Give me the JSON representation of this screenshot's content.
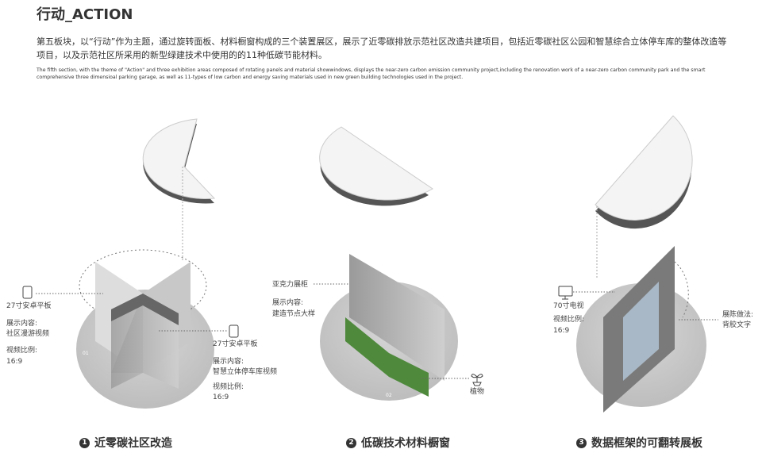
{
  "title": "行动_ACTION",
  "intro_zh": "第五板块，以“行动”作为主题，通过旋转面板、材料橱窗构成的三个装置展区，展示了近零碳排放示范社区改造共建项目，包括近零碳社区公园和智慧综合立体停车库的整体改造等项目，以及示范社区所采用的新型绿建技术中使用的的11种低碳节能材料。",
  "intro_en": "The fifth section, with the theme of \"Action\" and three exhibition areas composed of rotating panels and material showwindows, displays the near-zero carbon emission community project,including the renovation work of a near-zero carbon community park and the smart comprehensive three dimensioal parking garage, as well as 11-types of low carbon and energy saving materials used in new green building technologies used in the project.",
  "scene1": {
    "tablet_a": "27寸安卓平板",
    "content_label_a": "展示内容:",
    "content_a": "社区漫游视频",
    "ratio_label_a": "视频比例:",
    "ratio_a": "16:9",
    "tablet_b": "27寸安卓平板",
    "content_label_b": "展示内容:",
    "content_b": "智慧立体停车库视频",
    "ratio_label_b": "视频比例:",
    "ratio_b": "16:9",
    "tag": "01",
    "caption_num": "1",
    "caption": "近零碳社区改造"
  },
  "scene2": {
    "cabinet": "亚克力展柜",
    "content_label": "展示内容:",
    "content": "建造节点大样",
    "plant": "植物",
    "tag": "02",
    "caption_num": "2",
    "caption": "低碳技术材料橱窗"
  },
  "scene3": {
    "tv": "70寸电视",
    "ratio_label": "视频比例:",
    "ratio": "16:9",
    "method_label": "展陈做法:",
    "method": "背胶文字",
    "caption_num": "3",
    "caption": "数据框架的可翻转展板"
  }
}
